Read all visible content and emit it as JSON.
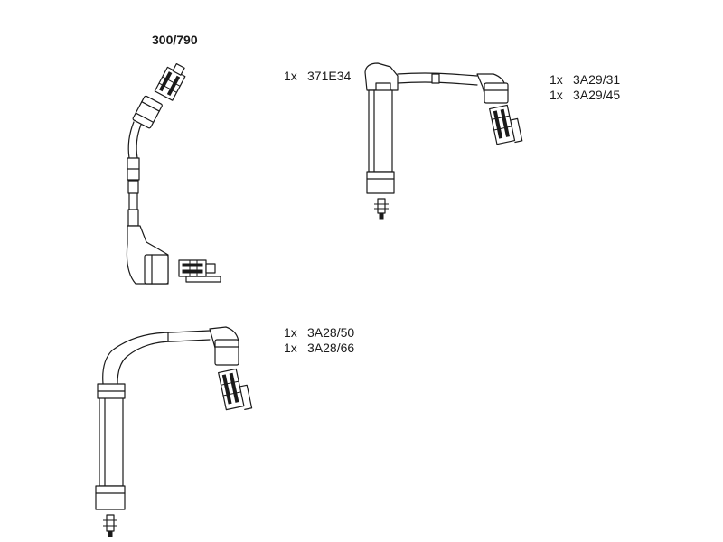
{
  "diagram": {
    "title": "300/790",
    "groups": [
      {
        "id": "group-top-right",
        "parts": [
          {
            "qty": "1x",
            "code": "371E34"
          }
        ]
      },
      {
        "id": "group-top-right-2",
        "parts": [
          {
            "qty": "1x",
            "code": "3A29/31"
          },
          {
            "qty": "1x",
            "code": "3A29/45"
          }
        ]
      },
      {
        "id": "group-bottom",
        "parts": [
          {
            "qty": "1x",
            "code": "3A28/50"
          },
          {
            "qty": "1x",
            "code": "3A28/66"
          }
        ]
      }
    ]
  },
  "colors": {
    "line": "#1a1a1a",
    "background": "#ffffff"
  }
}
